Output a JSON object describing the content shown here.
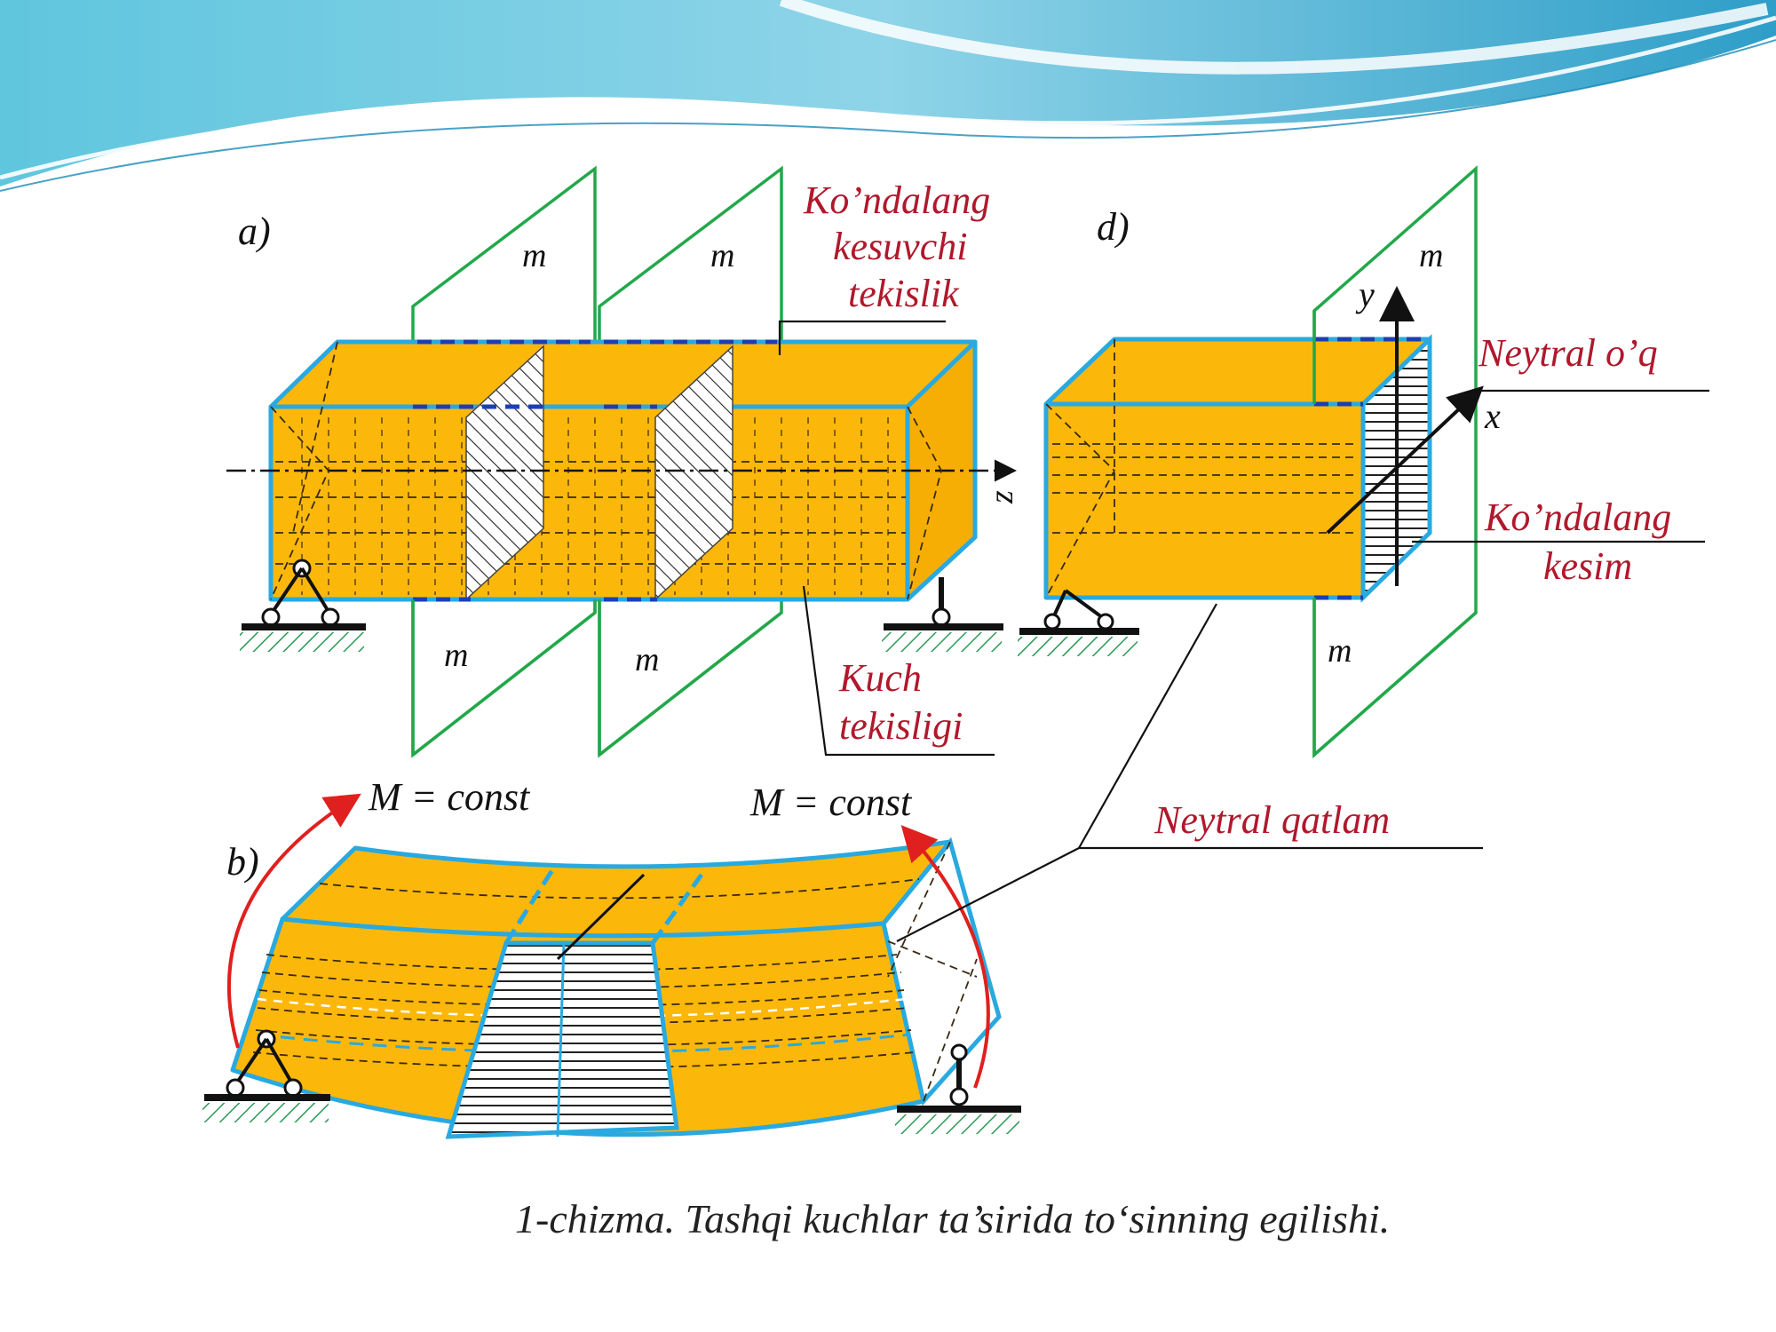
{
  "labels": {
    "panel_a": "a)",
    "panel_b": "b)",
    "panel_d": "d)",
    "plane_m": "m",
    "axis_z": "z",
    "axis_y": "y",
    "axis_x": "x",
    "transverse_plane_1": "Ko’ndalang",
    "transverse_plane_2": "kesuvchi",
    "transverse_plane_3": "tekislik",
    "force_plane_1": "Kuch",
    "force_plane_2": "tekisligi",
    "neutral_axis": "Neytral o’q",
    "cross_section_1": "Ko’ndalang",
    "cross_section_2": "kesim",
    "moment_left": "M = const",
    "moment_right": "M = const",
    "neutral_layer": "Neytral qatlam"
  },
  "caption": "1-chizma. Tashqi kuchlar ta’sirida to‘sinning egilishi.",
  "colors": {
    "beam": "#fcb80a",
    "edge": "#29a9e0",
    "plane": "#22a84a",
    "label": "#b0182c",
    "moment_arrow": "#e0201e"
  }
}
